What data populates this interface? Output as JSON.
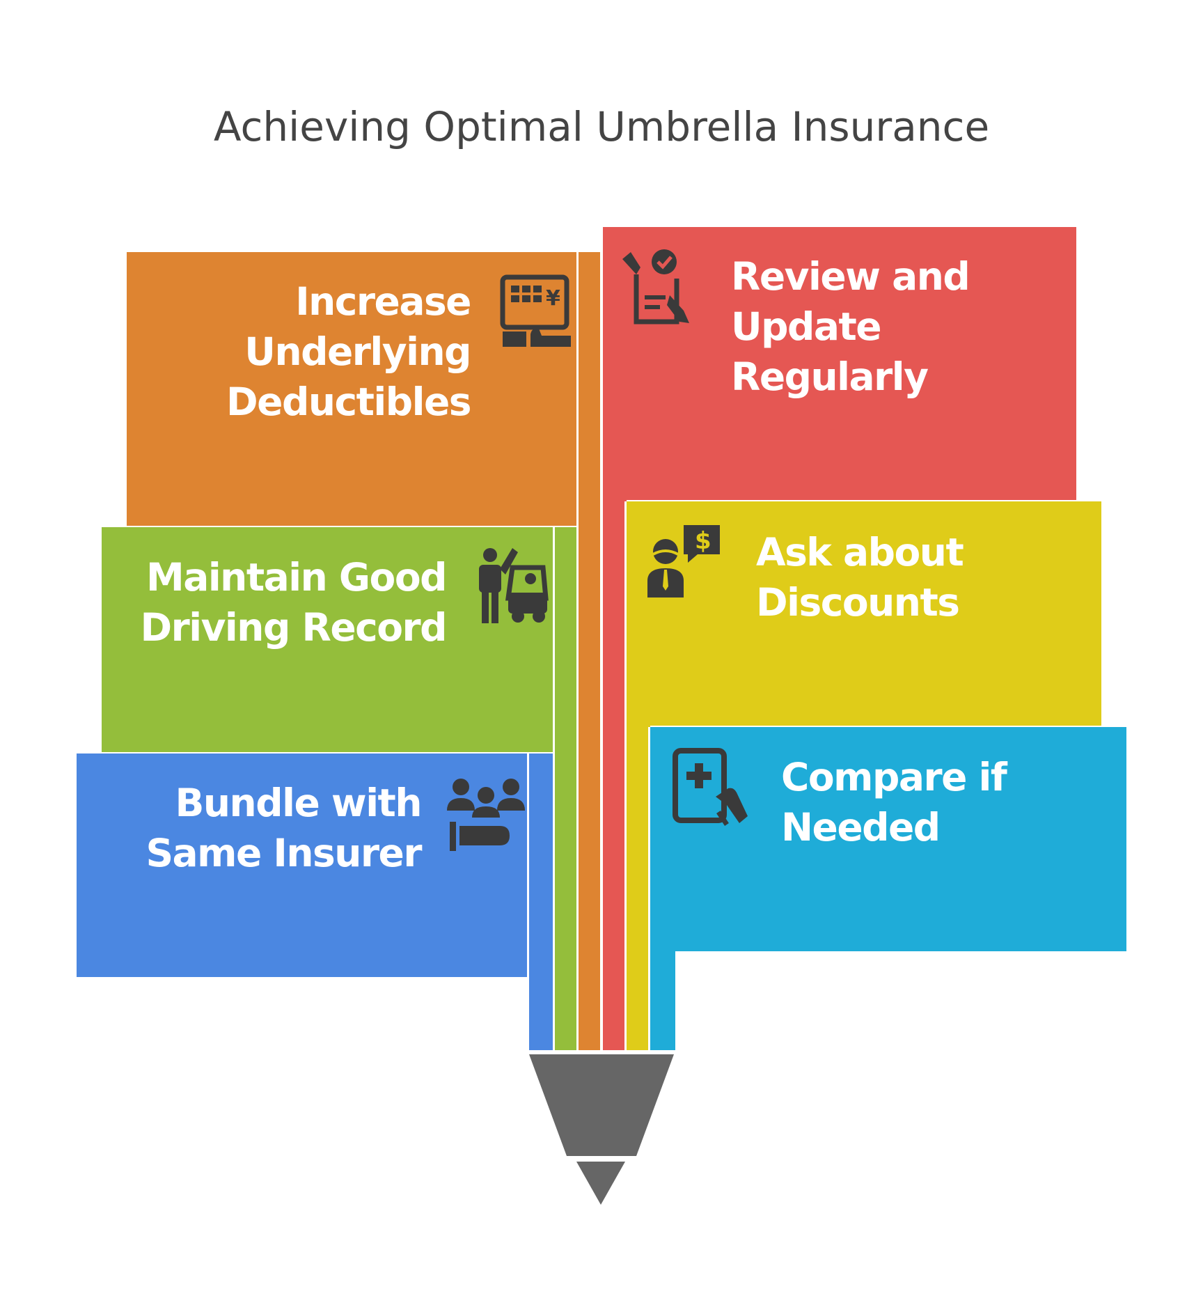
{
  "title": "Achieving Optimal Umbrella Insurance",
  "colors": {
    "orange": "#DE8431",
    "red": "#E55753",
    "green": "#94BE3B",
    "yellow": "#DFCC19",
    "blue": "#4B87E1",
    "cyan": "#1FACD8",
    "funnel": "#666666",
    "icon": "#3a3a3a"
  },
  "steps": [
    {
      "lines": [
        "Increase",
        "Underlying",
        "Deductibles"
      ],
      "icon": "calculator-payment-icon"
    },
    {
      "lines": [
        "Review and",
        "Update",
        "Regularly"
      ],
      "icon": "checklist-review-icon"
    },
    {
      "lines": [
        "Maintain Good",
        "Driving Record"
      ],
      "icon": "driver-car-icon"
    },
    {
      "lines": [
        "Ask about",
        "Discounts"
      ],
      "icon": "person-dollar-chat-icon"
    },
    {
      "lines": [
        "Bundle with",
        "Same Insurer"
      ],
      "icon": "group-bundle-icon"
    },
    {
      "lines": [
        "Compare if",
        "Needed"
      ],
      "icon": "medical-phone-compare-icon"
    }
  ]
}
